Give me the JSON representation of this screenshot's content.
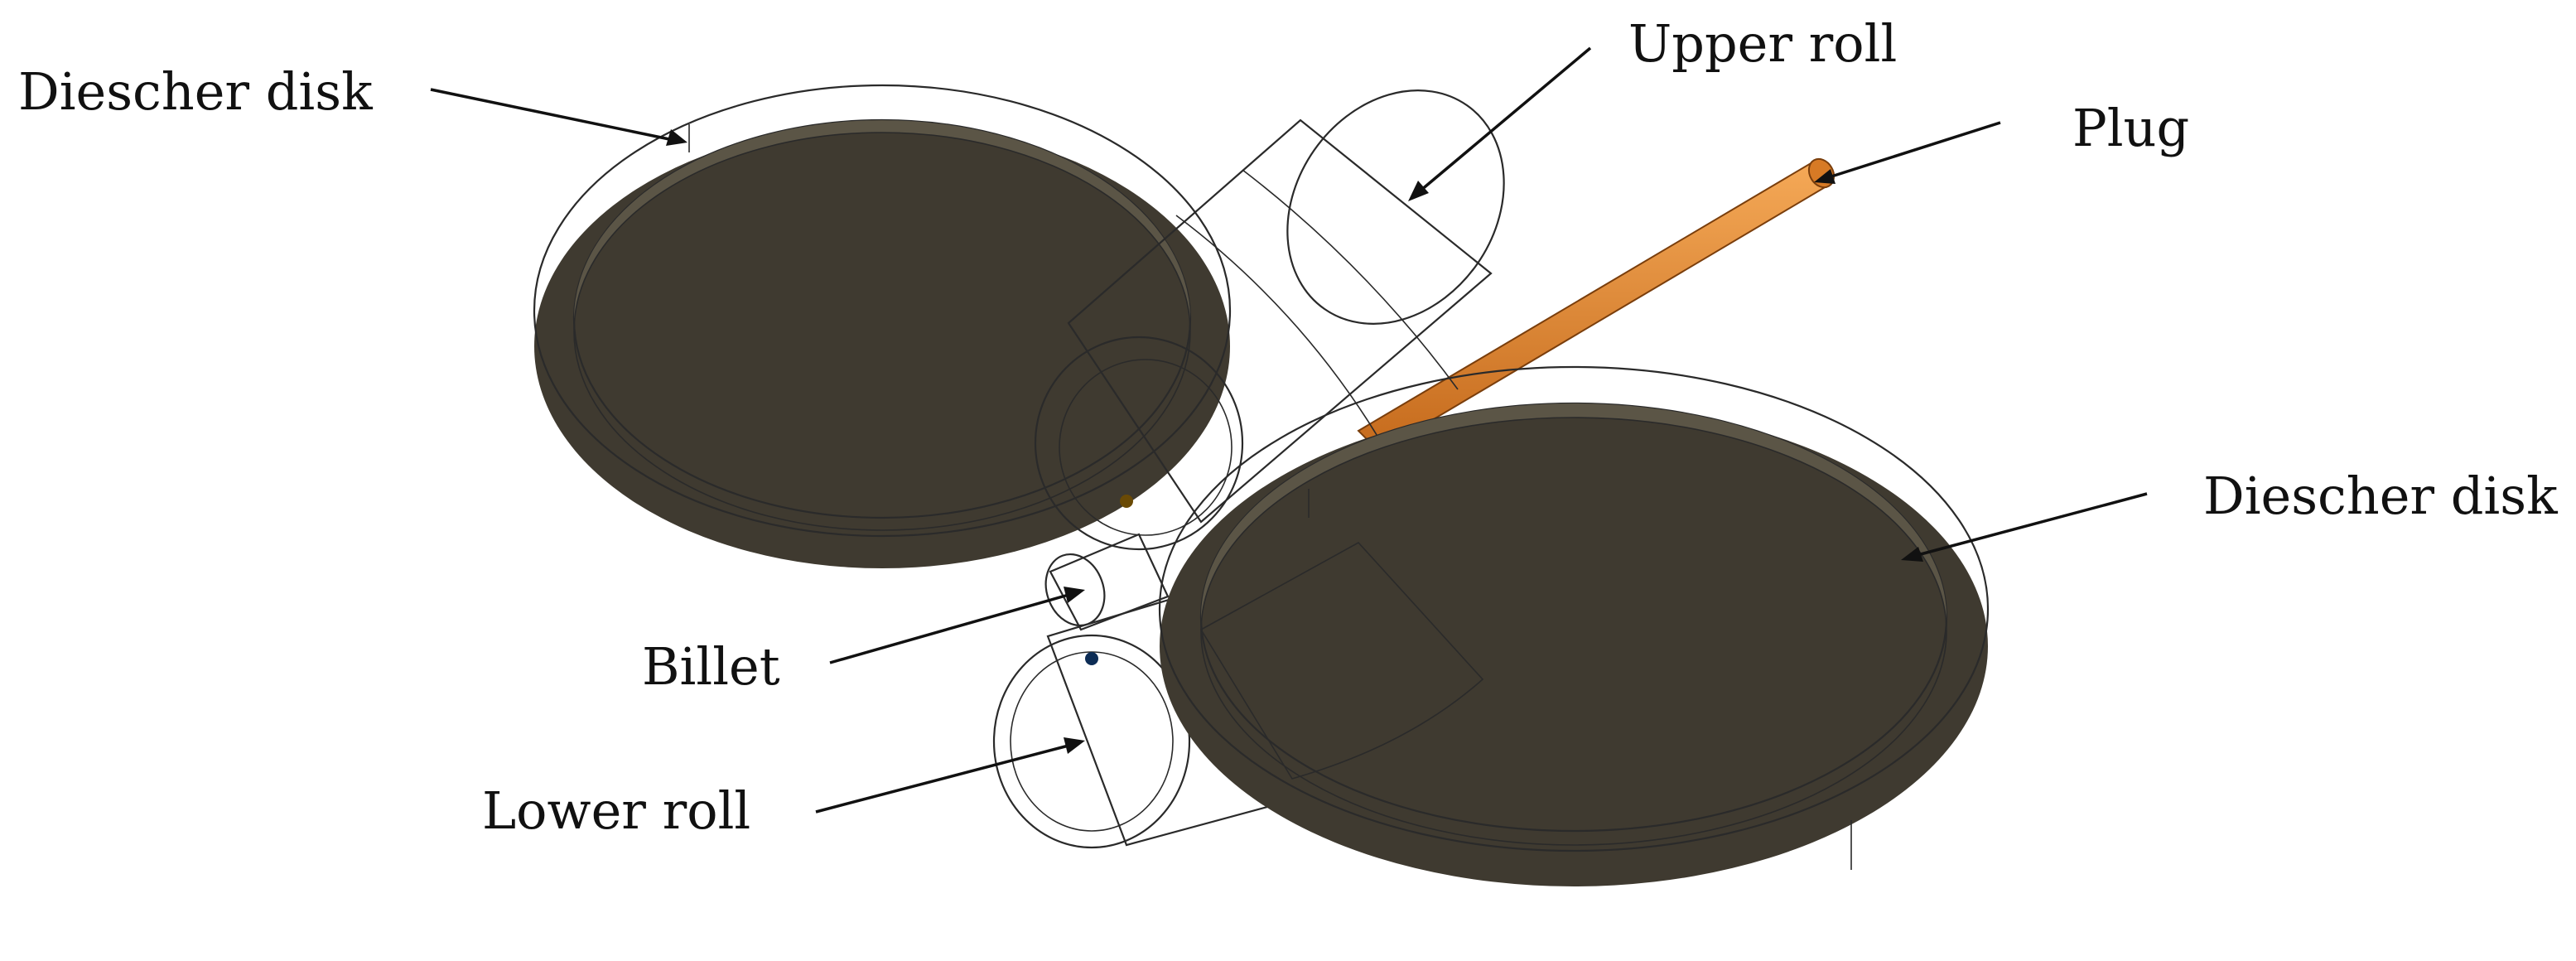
{
  "labels": {
    "diescher_left": "Diescher disk",
    "upper_roll": "Upper roll",
    "plug": "Plug",
    "diescher_right": "Diescher disk",
    "billet": "Billet",
    "lower_roll": "Lower roll"
  },
  "colors": {
    "disk": "#5e5748",
    "upper_roll": "#e3b323",
    "lower_roll": "#2c78d2",
    "plug": "#e48b33",
    "billet": "#3a4654"
  }
}
